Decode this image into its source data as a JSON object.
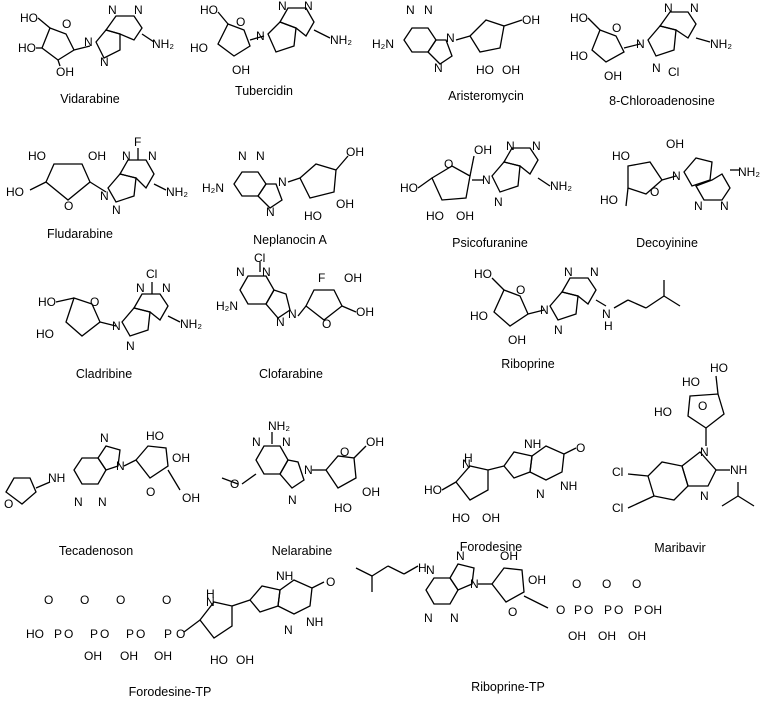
{
  "compounds": [
    "Vidarabine",
    "Tubercidin",
    "Aristeromycin",
    "8-Chloroadenosine",
    "Fludarabine",
    "Neplanocin A",
    "Psicofuranine",
    "Decoyinine",
    "Cladribine",
    "Clofarabine",
    "Riboprine",
    "Tecadenoson",
    "Nelarabine",
    "Forodesine",
    "Maribavir",
    "Forodesine-TP",
    "Riboprine-TP"
  ],
  "atoms": {
    "OH": "OH",
    "HO": "HO",
    "NH2": "NH₂",
    "H2N": "H₂N",
    "N": "N",
    "NH": "NH",
    "H": "H",
    "O": "O",
    "P": "P",
    "F": "F",
    "Cl": "Cl"
  }
}
